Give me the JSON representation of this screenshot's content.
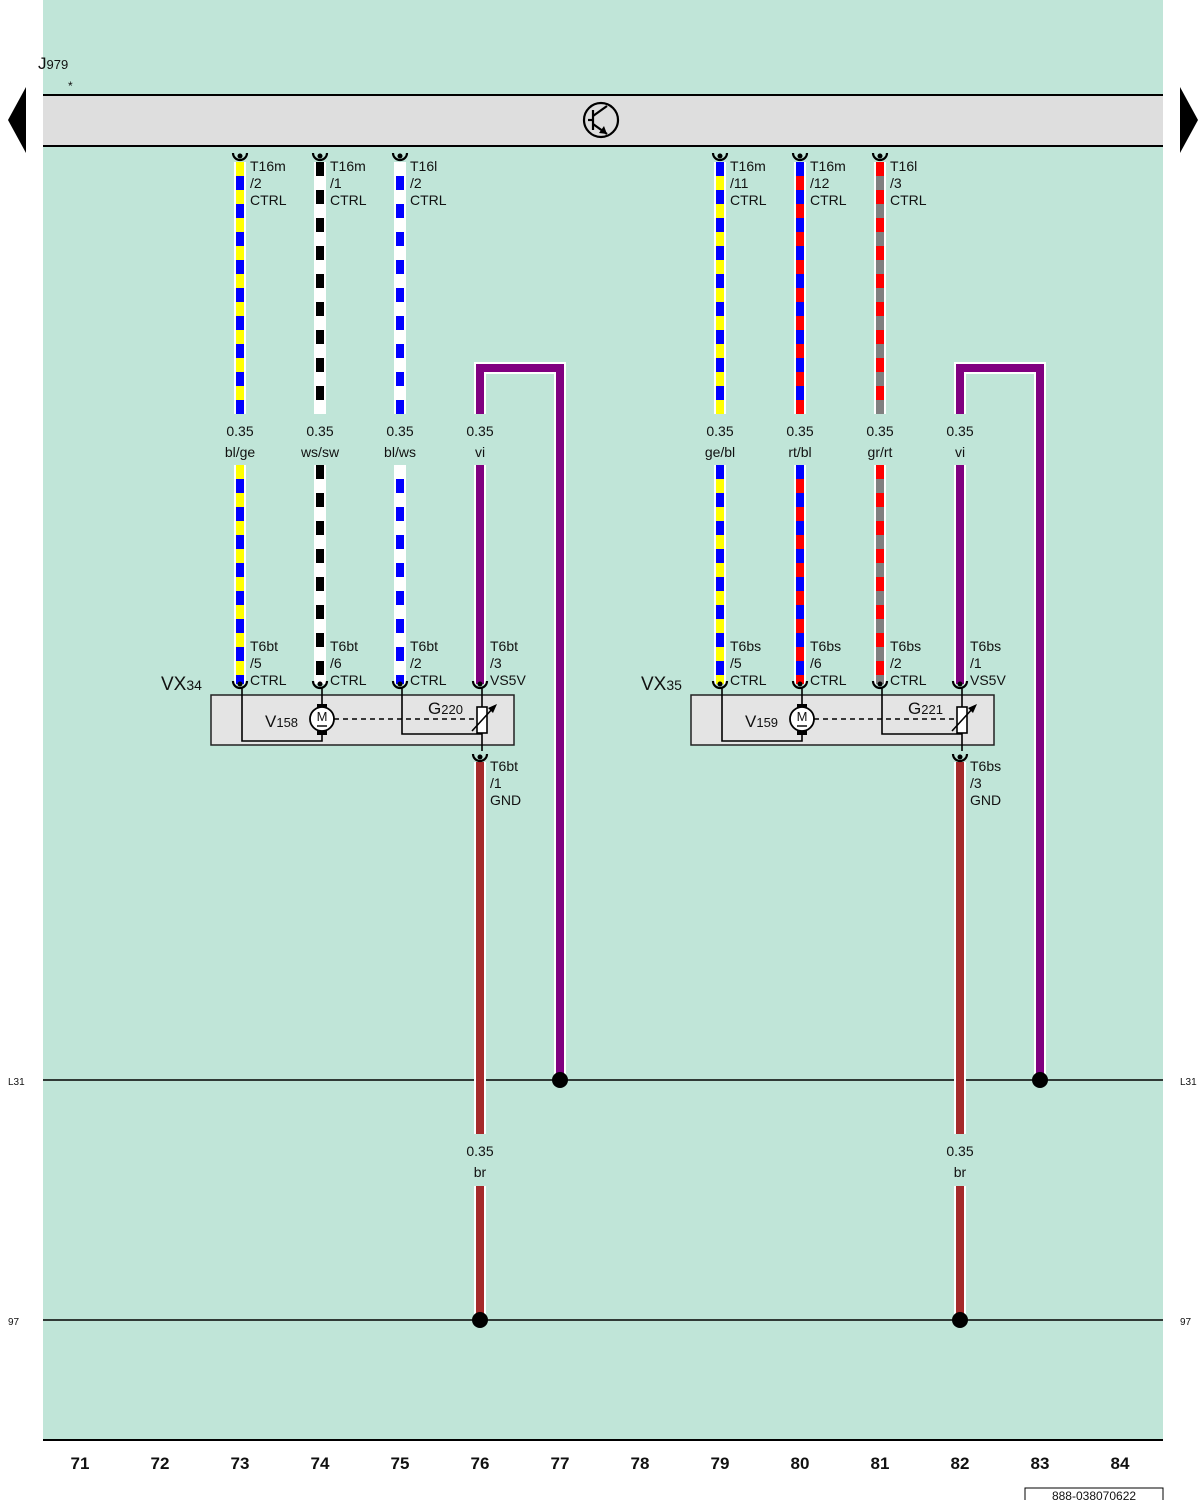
{
  "colors": {
    "background": "#c0e5d8",
    "bus": "#dedede",
    "component": "#e4e4e4",
    "vi": "#800080",
    "br": "#a52a2a",
    "bl": "#0000ff",
    "ge": "#ffff00",
    "ws": "#ffffff",
    "sw": "#000000",
    "rt": "#ff0000",
    "gr": "#808080"
  },
  "control_unit": {
    "name": "J",
    "sub": "979",
    "marker": "*",
    "icon": "transistor-icon"
  },
  "nav": {
    "prev_icon": "arrow-left-icon",
    "next_icon": "arrow-right-icon"
  },
  "wires": [
    {
      "col": 73,
      "top_pin": [
        "T16m",
        "/2",
        "CTRL"
      ],
      "size": "0.35",
      "color": "bl/ge",
      "stripes": [
        "bl",
        "ge"
      ],
      "bottom_pin": [
        "T6bt",
        "/5",
        "CTRL"
      ]
    },
    {
      "col": 74,
      "top_pin": [
        "T16m",
        "/1",
        "CTRL"
      ],
      "size": "0.35",
      "color": "ws/sw",
      "stripes": [
        "ws",
        "sw"
      ],
      "bottom_pin": [
        "T6bt",
        "/6",
        "CTRL"
      ]
    },
    {
      "col": 75,
      "top_pin": [
        "T16l",
        "/2",
        "CTRL"
      ],
      "size": "0.35",
      "color": "bl/ws",
      "stripes": [
        "bl",
        "ws"
      ],
      "bottom_pin": [
        "T6bt",
        "/2",
        "CTRL"
      ]
    },
    {
      "col": 76,
      "size": "0.35",
      "color": "vi",
      "bottom_pin": [
        "T6bt",
        "/3",
        "VS5V"
      ]
    },
    {
      "col": 79,
      "top_pin": [
        "T16m",
        "/11",
        "CTRL"
      ],
      "size": "0.35",
      "color": "ge/bl",
      "stripes": [
        "ge",
        "bl"
      ],
      "bottom_pin": [
        "T6bs",
        "/5",
        "CTRL"
      ]
    },
    {
      "col": 80,
      "top_pin": [
        "T16m",
        "/12",
        "CTRL"
      ],
      "size": "0.35",
      "color": "rt/bl",
      "stripes": [
        "rt",
        "bl"
      ],
      "bottom_pin": [
        "T6bs",
        "/6",
        "CTRL"
      ]
    },
    {
      "col": 81,
      "top_pin": [
        "T16l",
        "/3",
        "CTRL"
      ],
      "size": "0.35",
      "color": "gr/rt",
      "stripes": [
        "gr",
        "rt"
      ],
      "bottom_pin": [
        "T6bs",
        "/2",
        "CTRL"
      ]
    },
    {
      "col": 82,
      "size": "0.35",
      "color": "vi",
      "bottom_pin": [
        "T6bs",
        "/1",
        "VS5V"
      ]
    }
  ],
  "ground_wires": [
    {
      "col": 76,
      "pin": [
        "T6bt",
        "/1",
        "GND"
      ],
      "size": "0.35",
      "color": "br"
    },
    {
      "col": 82,
      "pin": [
        "T6bs",
        "/3",
        "GND"
      ],
      "size": "0.35",
      "color": "br"
    }
  ],
  "components": [
    {
      "name": "VX",
      "sub": "34",
      "motor": "V",
      "motor_sub": "158",
      "motor_symbol": "M",
      "sensor": "G",
      "sensor_sub": "220"
    },
    {
      "name": "VX",
      "sub": "35",
      "motor": "V",
      "motor_sub": "159",
      "motor_symbol": "M",
      "sensor": "G",
      "sensor_sub": "221"
    }
  ],
  "rails": [
    {
      "label": "L31"
    },
    {
      "label": "97"
    }
  ],
  "columns": [
    "71",
    "72",
    "73",
    "74",
    "75",
    "76",
    "77",
    "78",
    "79",
    "80",
    "81",
    "82",
    "83",
    "84"
  ],
  "doc_id": "888-038070622"
}
